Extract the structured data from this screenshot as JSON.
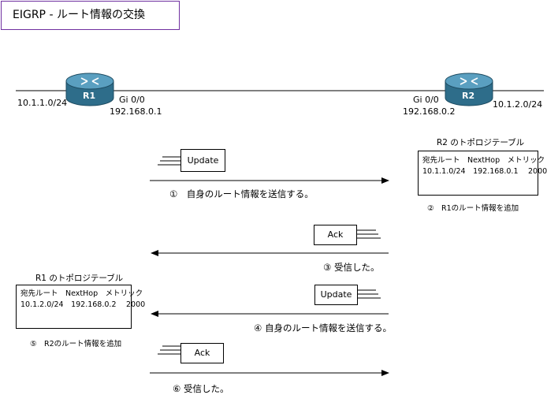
{
  "title": "EIGRP - ルート情報の交換",
  "colors": {
    "title_border": "#7030a0",
    "router_body": "#2e6d8a",
    "router_top": "#5a9fc0"
  },
  "r1": {
    "name": "R1",
    "network": "10.1.1.0/24",
    "interface": "Gi 0/0",
    "ip": "192.168.0.1"
  },
  "r2": {
    "name": "R2",
    "network": "10.1.2.0/24",
    "interface": "Gi 0/0",
    "ip": "192.168.0.2"
  },
  "r2_topology": {
    "title": "R2 のトポロジテーブル",
    "header": "宛先ルート　NextHop　メトリック",
    "row": "10.1.1.0/24　192.168.0.1　 2000",
    "note": "②　R1のルート情報を追加"
  },
  "r1_topology": {
    "title": "R1 のトポロジテーブル",
    "header": "宛先ルート　NextHop　メトリック",
    "row": "10.1.2.0/24　192.168.0.2　 2000",
    "note": "⑤　R2のルート情報を追加"
  },
  "steps": [
    {
      "packet": "Update",
      "caption": "①　自身のルート情報を送信する。"
    },
    {
      "packet": "Ack",
      "caption": "③ 受信した。"
    },
    {
      "packet": "Update",
      "caption": "④ 自身のルート情報を送信する。"
    },
    {
      "packet": "Ack",
      "caption": "⑥ 受信した。"
    }
  ]
}
